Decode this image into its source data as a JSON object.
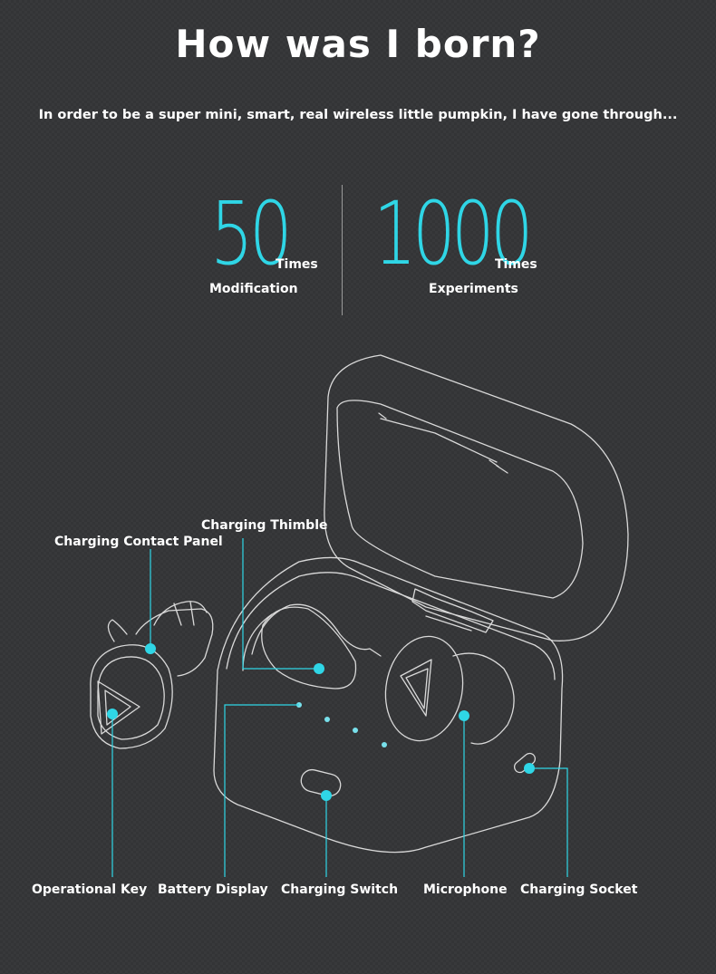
{
  "header": {
    "title": "How was I born?",
    "subtitle": "In order to be a super mini, smart, real wireless little pumpkin, I have gone through..."
  },
  "stats": [
    {
      "value": "50",
      "unit": "Times",
      "label": "Modification"
    },
    {
      "value": "1000",
      "unit": "Times",
      "label": "Experiments"
    }
  ],
  "callouts": {
    "charging_thimble": "Charging Thimble",
    "charging_contact_panel": "Charging Contact Panel",
    "operational_key": "Operational Key",
    "battery_display": "Battery Display",
    "charging_switch": "Charging Switch",
    "microphone": "Microphone",
    "charging_socket": "Charging Socket"
  },
  "colors": {
    "accent": "#2fd6e6",
    "background": "#333436",
    "line": "#d9d9d9"
  }
}
